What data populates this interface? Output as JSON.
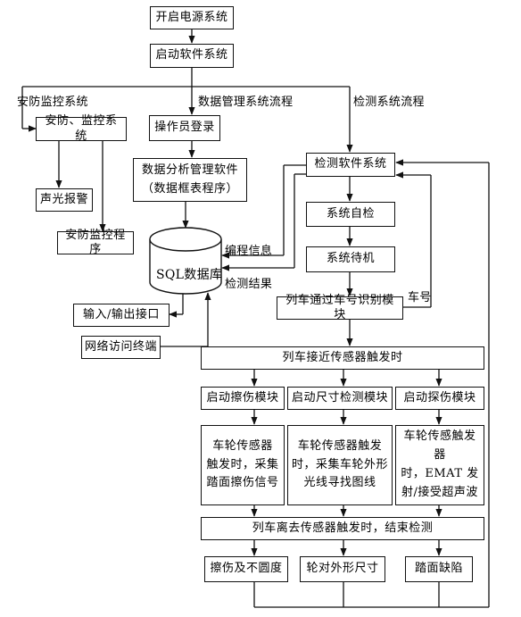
{
  "nodes": {
    "power_on": "开启电源系统",
    "start_software": "启动软件系统",
    "security_sys": "安防、监控系统",
    "sound_light_alarm": "声光报警",
    "security_program": "安防监控程序",
    "operator_login": "操作员登录",
    "data_analysis": "数据分析管理软件\n（数据框表程序）",
    "database": "SQL数据库",
    "io_interface": "输入/输出接口",
    "network_terminal": "网络访问终端",
    "detect_software": "检测软件系统",
    "self_check": "系统自检",
    "standby": "系统待机",
    "car_id_module": "列车通过车号识别模块",
    "approach_trigger": "列车接近传感器触发时",
    "start_scratch": "启动擦伤模块",
    "start_size": "启动尺寸检测模块",
    "start_flaw": "启动探伤模块",
    "scratch_collect": "车轮传感器\n触发时，采集\n踏面擦伤信号",
    "size_collect": "车轮传感器触发\n时，采集车轮外形\n光线寻找图线",
    "flaw_collect": "车轮传感触发器\n时，EMAT 发\n射/接受超声波",
    "leave_trigger": "列车离去传感器触发时，结束检测",
    "out_scratch": "擦伤及不圆度",
    "out_size": "轮对外形尺寸",
    "out_tread": "踏面缺陷"
  },
  "labels": {
    "security_branch": "安防监控系统",
    "data_branch": "数据管理系统流程",
    "detect_branch": "检测系统流程",
    "program_info": "编程信息",
    "detect_result": "检测结果",
    "car_number": "车号"
  }
}
